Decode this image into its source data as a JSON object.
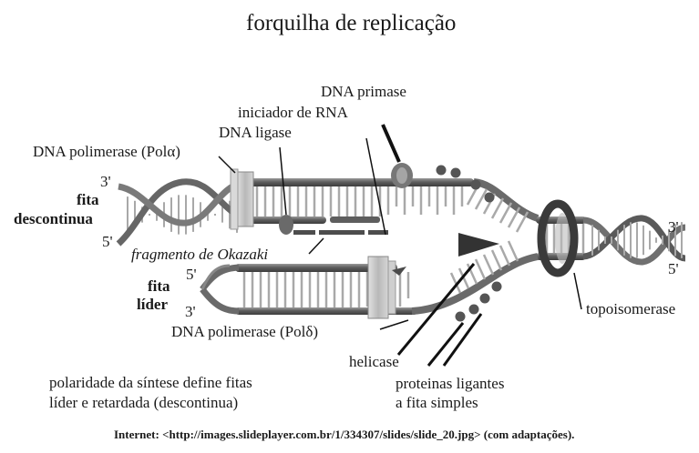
{
  "title": "forquilha de replicação",
  "labels": {
    "dna_primase": "DNA primase",
    "iniciador_rna": "iniciador de RNA",
    "dna_ligase": "DNA ligase",
    "pol_alpha": "DNA polimerase (Polα)",
    "three_prime_top_left": "3'",
    "fita_descontinua_line1": "fita",
    "fita_descontinua_line2": "descontinua",
    "five_prime_top_left": "5'",
    "fragmento_prefix": "fragmento de ",
    "fragmento_italic": "Okazaki",
    "fita_lider_line1": "fita",
    "fita_lider_line2": "líder",
    "five_prime_bottom_left": "5'",
    "three_prime_bottom_left": "3'",
    "three_prime_right": "3'",
    "five_prime_right": "5'",
    "pol_delta": "DNA polimerase (Polδ)",
    "topoisomerase": "topoisomerase",
    "helicase": "helicase",
    "proteinas_line1": "proteinas ligantes",
    "proteinas_line2": "a fita simples",
    "polaridade_line1": "polaridade da síntese define fitas",
    "polaridade_line2": "líder e retardada (descontinua)",
    "source": "Internet: <http://images.slideplayer.com.br/1/334307/slides/slide_20.jpg> (com adaptações)."
  },
  "colors": {
    "strand": "#6f6f6f",
    "strand_dark": "#4d4d4d",
    "rung": "#a9a9a9",
    "pol": "#c4c4c4",
    "ssb": "#5a5a5a"
  }
}
